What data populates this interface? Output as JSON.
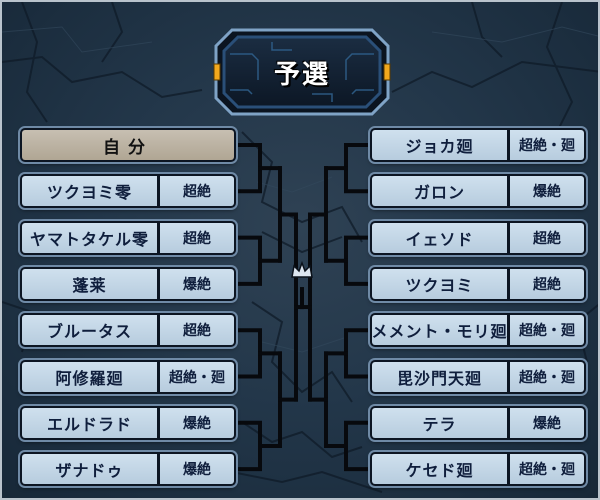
{
  "title": "予選",
  "left_entries": [
    {
      "name": "自分",
      "rank": "",
      "is_self": true
    },
    {
      "name": "ツクヨミ零",
      "rank": "超絶"
    },
    {
      "name": "ヤマトタケル零",
      "rank": "超絶"
    },
    {
      "name": "蓬莱",
      "rank": "爆絶"
    },
    {
      "name": "ブルータス",
      "rank": "超絶"
    },
    {
      "name": "阿修羅廻",
      "rank": "超絶・廻"
    },
    {
      "name": "エルドラド",
      "rank": "爆絶"
    },
    {
      "name": "ザナドゥ",
      "rank": "爆絶"
    }
  ],
  "right_entries": [
    {
      "name": "ジョカ廻",
      "rank": "超絶・廻"
    },
    {
      "name": "ガロン",
      "rank": "爆絶"
    },
    {
      "name": "イェソド",
      "rank": "超絶"
    },
    {
      "name": "ツクヨミ",
      "rank": "超絶"
    },
    {
      "name": "メメント・モリ廻",
      "rank": "超絶・廻"
    },
    {
      "name": "毘沙門天廻",
      "rank": "超絶・廻"
    },
    {
      "name": "テラ",
      "rank": "爆絶"
    },
    {
      "name": "ケセド廻",
      "rank": "超絶・廻"
    }
  ],
  "icons": {
    "center": "crown-icon"
  },
  "colors": {
    "background": "#23374a",
    "bracket_line": "#0a0f16",
    "entry_fill": "#c3d6e6",
    "entry_text": "#0f1e3c",
    "self_fill": "#b9b09f",
    "title_frame": "#2a4f78",
    "title_accent": "#f2a81d"
  }
}
